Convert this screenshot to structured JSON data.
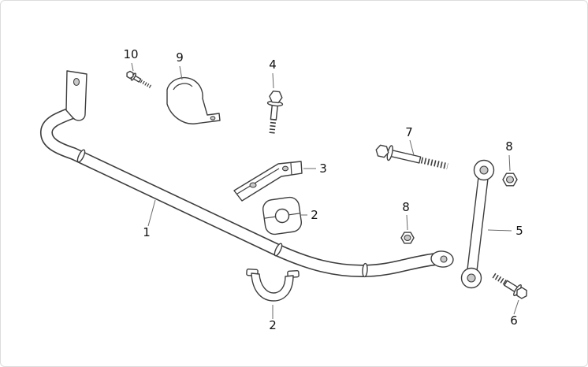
{
  "diagram": {
    "colors": {
      "background": "#ffffff",
      "line": "#3d3d3d",
      "label": "#111111"
    },
    "callouts": [
      {
        "label": "1"
      },
      {
        "label": "2"
      },
      {
        "label": "2"
      },
      {
        "label": "3"
      },
      {
        "label": "4"
      },
      {
        "label": "5"
      },
      {
        "label": "6"
      },
      {
        "label": "7"
      },
      {
        "label": "8"
      },
      {
        "label": "8"
      },
      {
        "label": "9"
      },
      {
        "label": "10"
      }
    ]
  }
}
